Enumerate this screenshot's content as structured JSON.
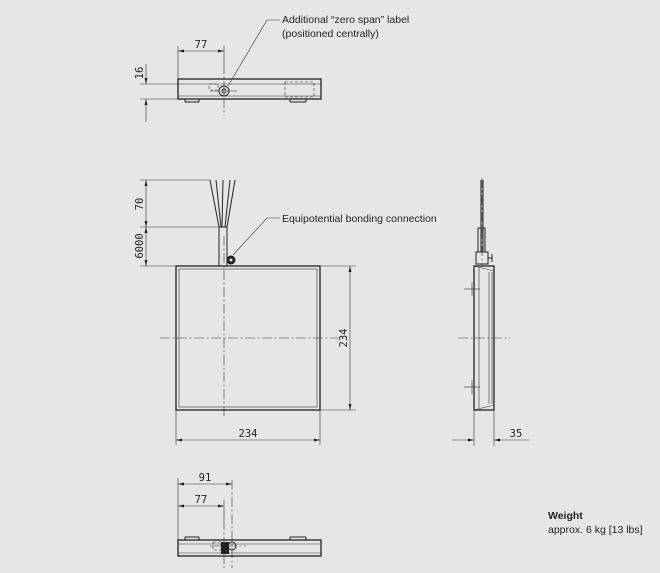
{
  "callouts": {
    "zero_span_line1": "Additional “zero span” label",
    "zero_span_line2": "(positioned centrally)",
    "equipotential": "Equipotential bonding connection"
  },
  "dimensions": {
    "top_width": "77",
    "top_height": "16",
    "cable_len": "70",
    "cable_total": "6000",
    "side_height": "234",
    "bottom_width": "234",
    "depth": "35",
    "bottom_outer": "91",
    "bottom_inner": "77"
  },
  "weight": {
    "title": "Weight",
    "value": "approx. 6 kg [13 lbs]"
  }
}
